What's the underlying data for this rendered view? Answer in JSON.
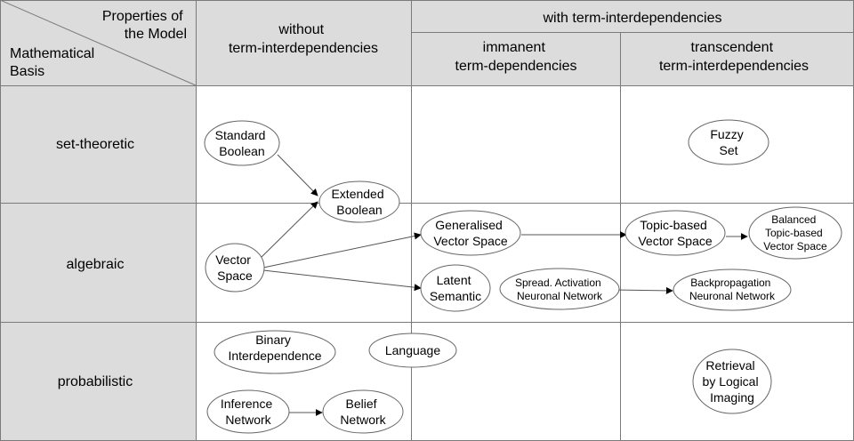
{
  "corner": {
    "top": [
      "Properties of",
      "the Model"
    ],
    "bottom": [
      "Mathematical",
      "Basis"
    ]
  },
  "columns": {
    "without": [
      "without",
      "term-interdependencies"
    ],
    "with": "with term-interdependencies",
    "immanent": [
      "immanent",
      "term-dependencies"
    ],
    "transcendent": [
      "transcendent",
      "term-interdependencies"
    ]
  },
  "rows": {
    "set": "set-theoretic",
    "alg": "algebraic",
    "prob": "probabilistic"
  },
  "nodes": {
    "standard_boolean": [
      "Standard",
      "Boolean"
    ],
    "extended_boolean": [
      "Extended",
      "Boolean"
    ],
    "fuzzy_set": [
      "Fuzzy",
      "Set"
    ],
    "vector_space": [
      "Vector",
      "Space"
    ],
    "generalised_vs": [
      "Generalised",
      "Vector Space"
    ],
    "topic_vs": [
      "Topic-based",
      "Vector Space"
    ],
    "balanced_tvs": [
      "Balanced",
      "Topic-based",
      "Vector Space"
    ],
    "latent_semantic": [
      "Latent",
      "Semantic"
    ],
    "spread_activation": [
      "Spread. Activation",
      "Neuronal Network"
    ],
    "backpropagation": [
      "Backpropagation",
      "Neuronal Network"
    ],
    "binary_interdependence": [
      "Binary",
      "Interdependence"
    ],
    "language": [
      "Language"
    ],
    "inference_network": [
      "Inference",
      "Network"
    ],
    "belief_network": [
      "Belief",
      "Network"
    ],
    "retrieval_logical": [
      "Retrieval",
      "by Logical",
      "Imaging"
    ]
  }
}
